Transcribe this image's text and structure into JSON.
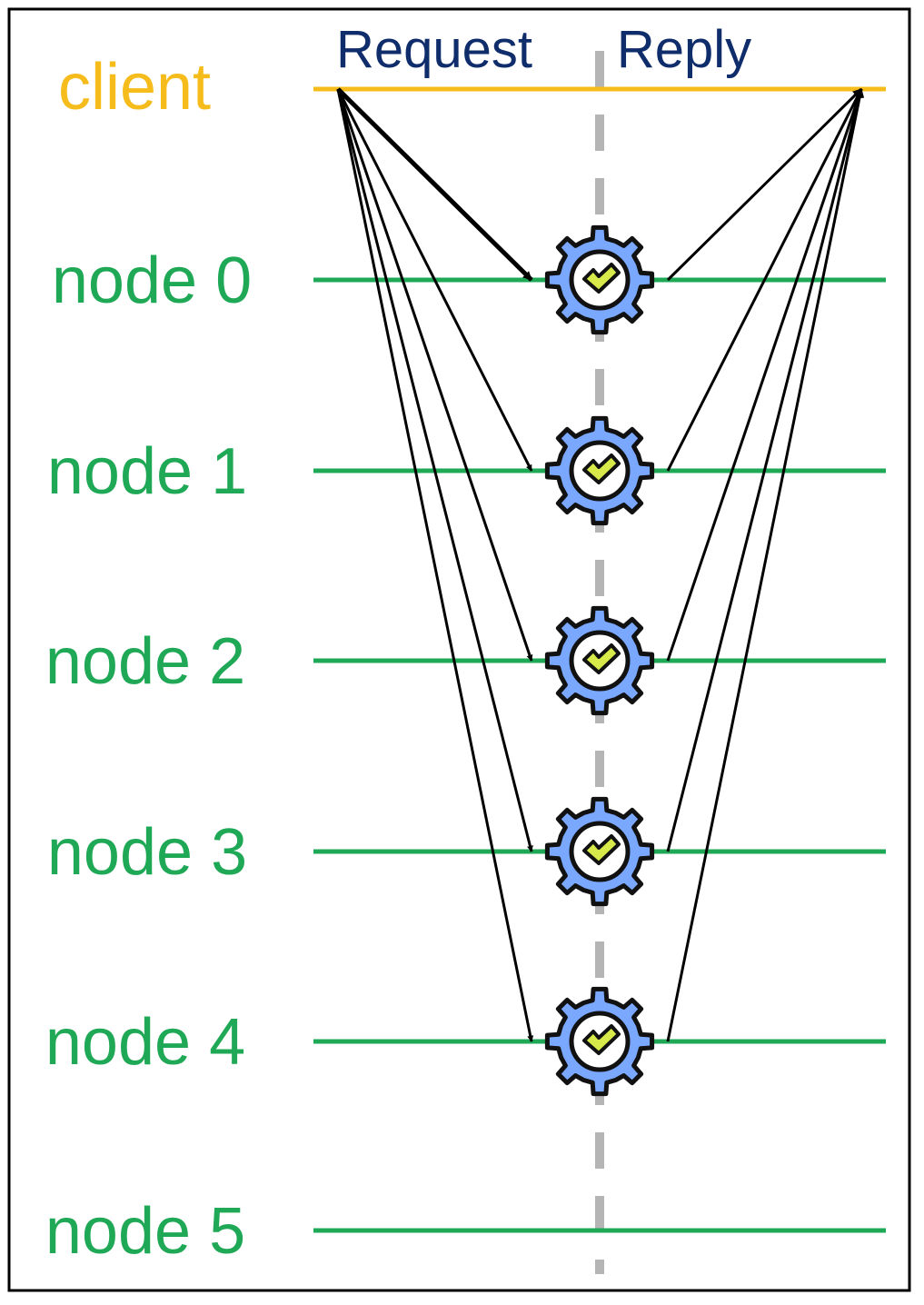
{
  "phases": {
    "request": "Request",
    "reply": "Reply"
  },
  "client": {
    "label": "client"
  },
  "nodes": [
    {
      "label": "node 0",
      "has_gear": true
    },
    {
      "label": "node 1",
      "has_gear": true
    },
    {
      "label": "node 2",
      "has_gear": true
    },
    {
      "label": "node 3",
      "has_gear": true
    },
    {
      "label": "node 4",
      "has_gear": true
    },
    {
      "label": "node 5",
      "has_gear": false
    }
  ],
  "icons": {
    "node_processing": "gear-check-icon"
  },
  "colors": {
    "client": "#F5BC1C",
    "node": "#1FA855",
    "phase_text": "#0F2C6B",
    "divider": "#B5B5B5",
    "arrow": "#000000",
    "gear_fill": "#7AA8FF",
    "check_fill": "#D8EA4A"
  }
}
